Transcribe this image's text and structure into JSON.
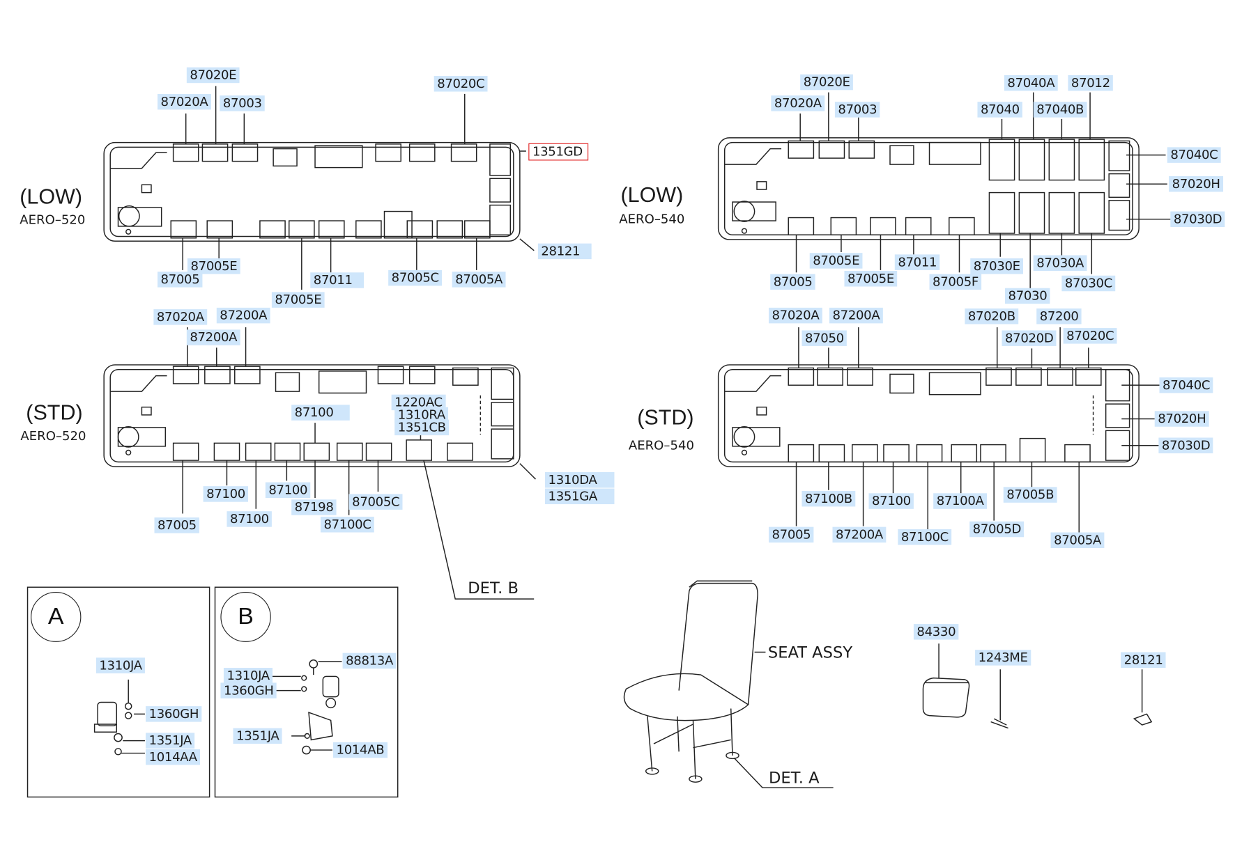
{
  "diagram": {
    "low520": {
      "title": "(LOW)",
      "model": "AERO–520",
      "labels": [
        "87020E",
        "87020A",
        "87003",
        "87020C",
        "1351GD",
        "28121",
        "87005E",
        "87005",
        "87011",
        "87005E",
        "87005C",
        "87005A"
      ]
    },
    "low540": {
      "title": "(LOW)",
      "model": "AERO–540",
      "labels": [
        "87020E",
        "87020A",
        "87003",
        "87040A",
        "87012",
        "87040",
        "87040B",
        "87040C",
        "87020H",
        "87030D",
        "87005E",
        "87005E",
        "87011",
        "87030E",
        "87030A",
        "87005",
        "87005F",
        "87030",
        "87030C"
      ]
    },
    "std520": {
      "title": "(STD)",
      "model": "AERO–520",
      "labels": [
        "87020A",
        "87200A",
        "87200A",
        "1220AC",
        "1310RA",
        "1351CB",
        "87100",
        "1310DA",
        "1351GA",
        "87100",
        "87100",
        "87100",
        "87198",
        "87005C",
        "87100C",
        "87005"
      ]
    },
    "std540": {
      "title": "(STD)",
      "model": "AERO–540",
      "labels": [
        "87020A",
        "87200A",
        "87020B",
        "87200",
        "87050",
        "87020D",
        "87020C",
        "87040C",
        "87020H",
        "87030D",
        "87100B",
        "87100",
        "87100A",
        "87005B",
        "87005",
        "87200A",
        "87100C",
        "87005D",
        "87005A"
      ]
    },
    "detail_a": {
      "letter": "A",
      "labels": [
        "1310JA",
        "1360GH",
        "1351JA",
        "1014AA"
      ]
    },
    "detail_b": {
      "letter": "B",
      "labels": [
        "88813A",
        "1310JA",
        "1360GH",
        "1351JA",
        "1014AB"
      ]
    },
    "det_b_label": "DET. B",
    "det_a_label": "DET. A",
    "seat_assy": "SEAT ASSY",
    "accessories": [
      "84330",
      "1243ME",
      "28121"
    ]
  }
}
